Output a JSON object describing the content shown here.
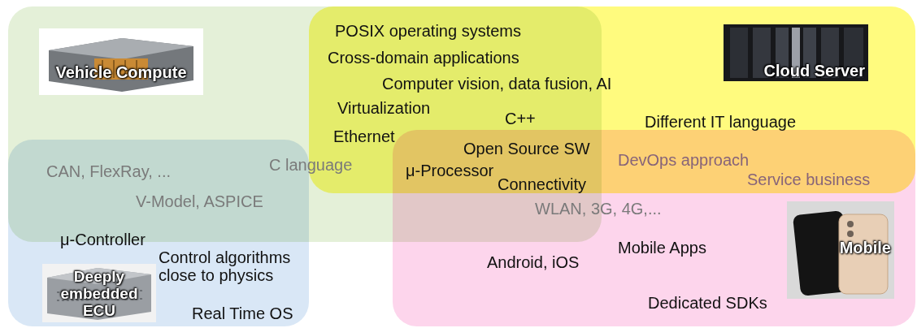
{
  "diagram": {
    "nodes": [
      {
        "text": [
          "Vehicle Compute"
        ]
      },
      {
        "text": [
          "Cloud Server"
        ]
      },
      {
        "text": [
          "Mobile"
        ]
      },
      {
        "text": [
          "Deeply embedded ECU"
        ]
      }
    ],
    "labels": [
      "POSIX operating systems",
      "Cross-domain applications",
      "Computer vision, data fusion, AI",
      "Virtualization",
      "C++",
      "Different IT language",
      "Ethernet",
      "Open Source SW",
      "DevOps approach",
      "CAN, FlexRay, ...",
      "C language",
      "μ-Processor",
      "Service business",
      "Connectivity",
      "V-Model, ASPICE",
      "WLAN, 3G, 4G,...",
      "μ-Controller",
      "Mobile Apps",
      "Control algorithms close to physics",
      "Android, iOS",
      "Real Time OS",
      "Dedicated SDKs"
    ]
  }
}
